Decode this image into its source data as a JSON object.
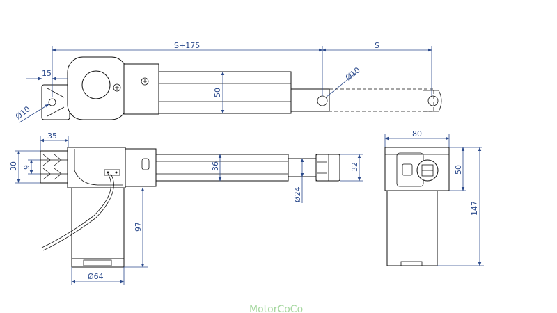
{
  "watermark": "MotorCoCo",
  "colors": {
    "dimension_line": "#2b4a8c",
    "outline": "#111111",
    "watermark": "#a6d8a0",
    "background": "#ffffff"
  },
  "dimensions": {
    "stroke_total": "S+175",
    "stroke": "S",
    "clevis_offset": "15",
    "hole_diameter_front": "Ø10",
    "hole_diameter_rear": "Ø10",
    "body_height_top": "50",
    "clevis_width": "35",
    "clevis_slot_outer": "30",
    "clevis_slot_inner": "9",
    "tube_diameter": "36",
    "rod_diameter": "Ø24",
    "rod_end_width": "32",
    "motor_length": "97",
    "motor_diameter": "Ø64",
    "end_width": "80",
    "end_gear_height": "50",
    "end_total_height": "147"
  }
}
